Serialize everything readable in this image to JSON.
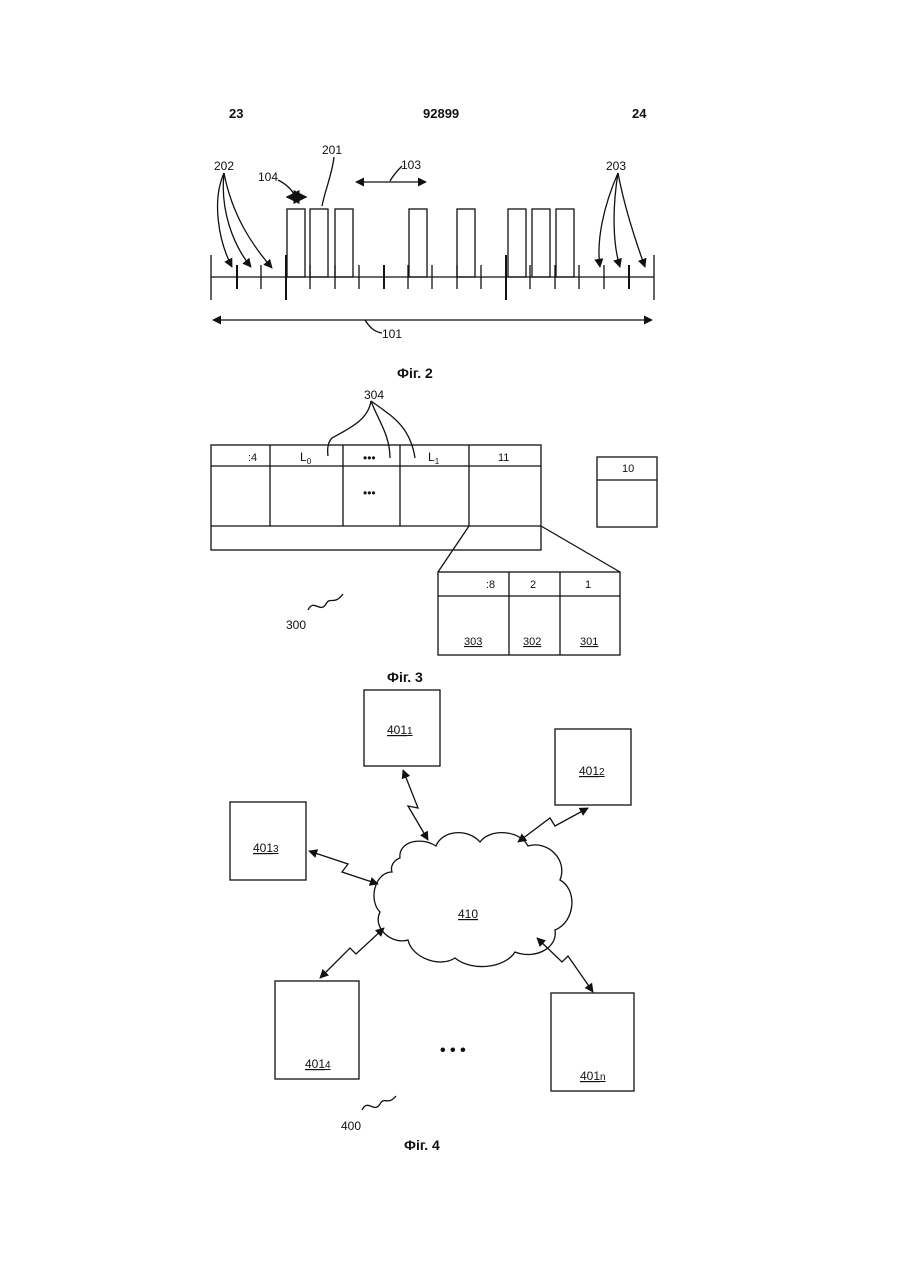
{
  "header": {
    "page_left": "23",
    "doc_number": "92899",
    "page_right": "24"
  },
  "fig2": {
    "caption": "Фіг. 2",
    "labels": {
      "l202": "202",
      "l104": "104",
      "l201": "201",
      "l103": "103",
      "l203": "203",
      "l101": "101"
    }
  },
  "fig3": {
    "caption": "Фіг. 3",
    "labels": {
      "l304": "304",
      "c4": ":4",
      "l0_main": "L",
      "l0_sub": "0",
      "dots_head": "•••",
      "l1_main": "L",
      "l1_sub": "1",
      "c11": "11",
      "dots_body": "•••",
      "c10": "10",
      "c8": ":8",
      "c2": "2",
      "c1": "1",
      "c303": "303",
      "c302": "302",
      "c301": "301",
      "l300": "300"
    }
  },
  "fig4": {
    "caption": "Фіг. 4",
    "labels": {
      "n1_main": "401",
      "n1_sub": "1",
      "n2_main": "401",
      "n2_sub": "2",
      "n3_main": "401",
      "n3_sub": "3",
      "n4_main": "401",
      "n4_sub": "4",
      "nn_main": "401",
      "nn_sub": "n",
      "cloud": "410",
      "dots": "• • •",
      "l400": "400"
    }
  }
}
